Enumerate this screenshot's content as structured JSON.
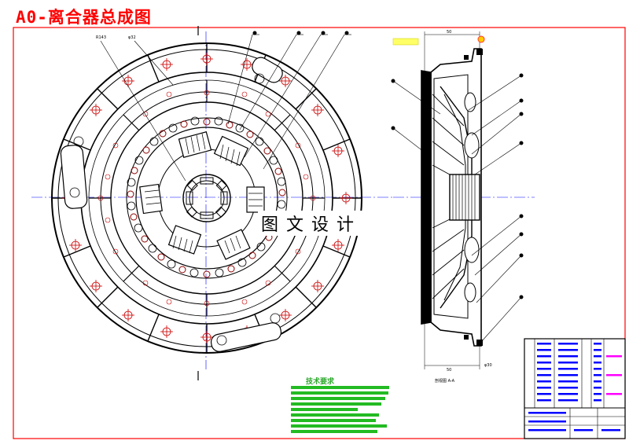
{
  "drawing": {
    "title": "A0-离合器总成图",
    "watermark": "图文设计",
    "tech_requirements_title": "技术要求",
    "section_label": "剖视图 A-A",
    "dimension_top": "50",
    "dimension_bottom": "50",
    "dimension_bottom_right": "φ30",
    "left_callouts": [
      "R143",
      "φ32"
    ]
  },
  "colors": {
    "border": "#ff0000",
    "line": "#000000",
    "center_line": "#0000ff",
    "title": "#ff0000",
    "tech_text": "#22bb22",
    "title_block_text": "#0000ff",
    "title_block_accent": "#ff00ff",
    "highlight": "#ffff66"
  }
}
